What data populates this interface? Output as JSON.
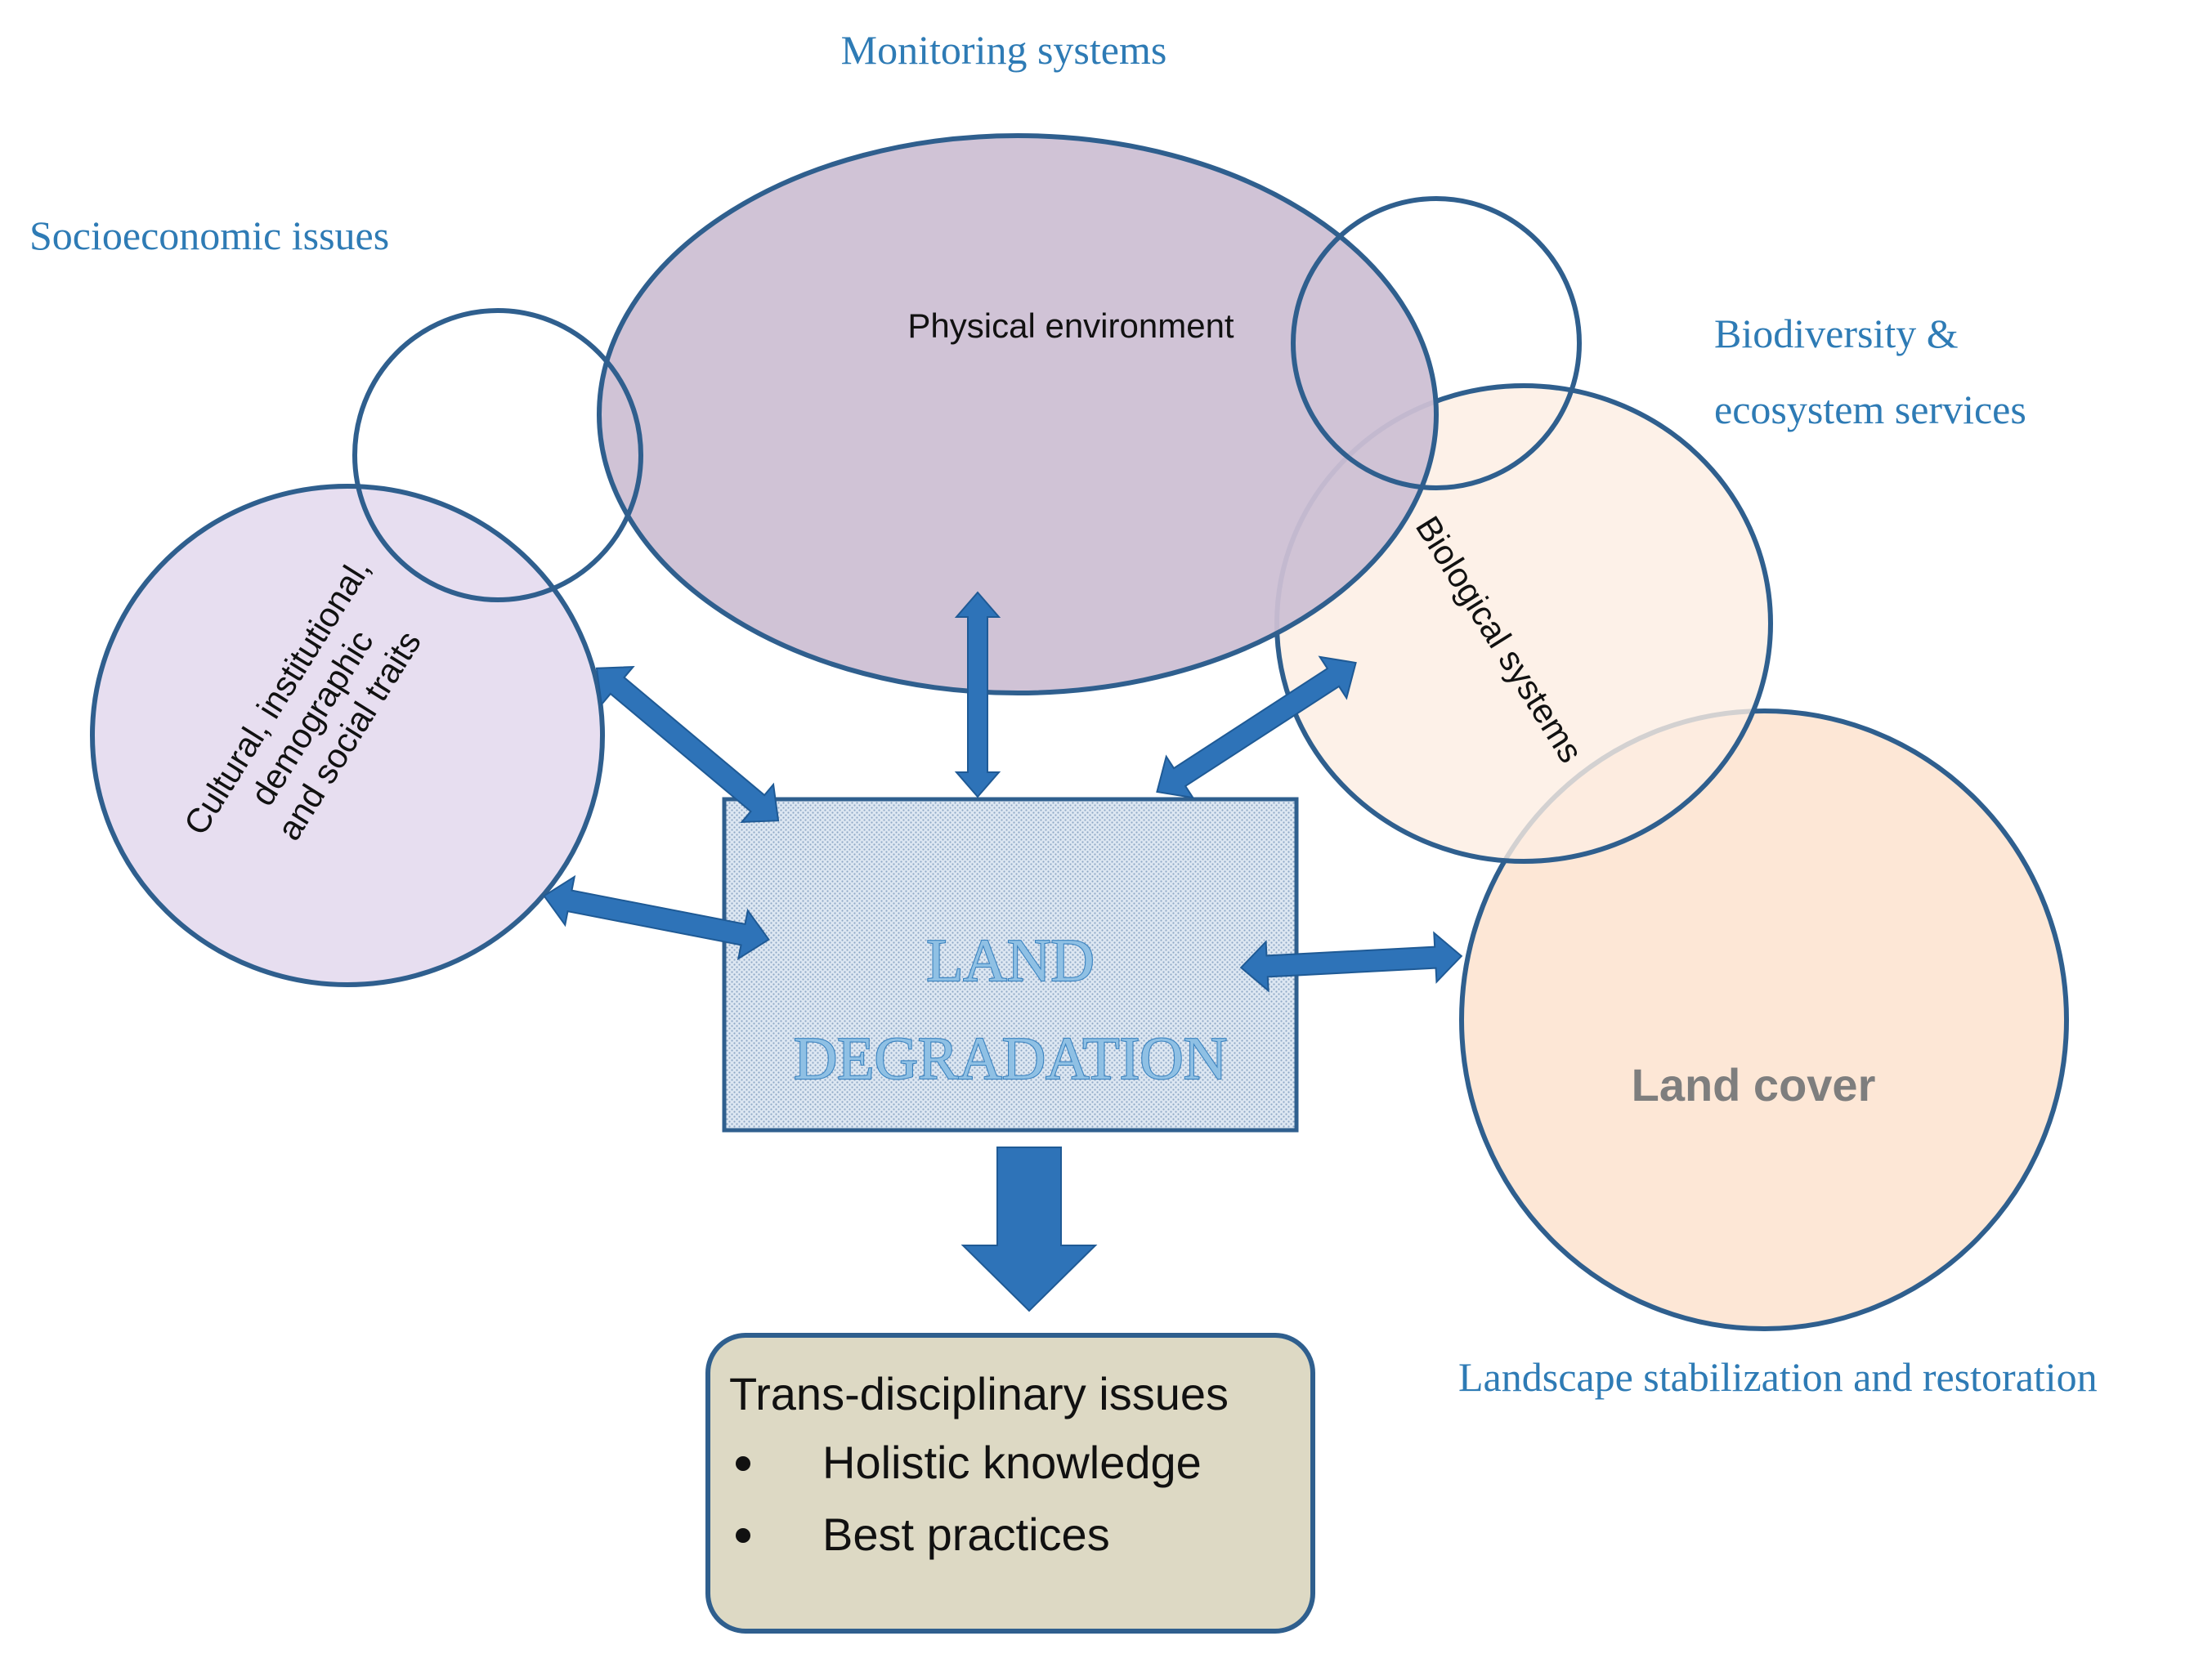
{
  "labels": {
    "monitoring": "Monitoring  systems",
    "socioeconomic": "Socioeconomic  issues",
    "biodiversity_line1": "Biodiversity  &",
    "biodiversity_line2": "ecosystem services",
    "landscape": "Landscape stabilization  and restoration"
  },
  "nodes": {
    "physical": "Physical environment",
    "cultural_lines": [
      "Cultural, institutional,",
      "demographic",
      "and social traits"
    ],
    "biological": "Biological systems",
    "land_cover": "Land cover",
    "land_degradation_lines": [
      "LAND",
      "DEGRADATION"
    ]
  },
  "outcome": {
    "title": "Trans-disciplinary issues",
    "bullets": [
      "Holistic knowledge",
      "Best practices"
    ]
  },
  "colors": {
    "label_blue": "#2e7bb5",
    "outline": "#2f5f8e",
    "physical_fill": "#cdbfd3",
    "cultural_fill": "#e7def0",
    "biological_fill": "#fdeee2",
    "land_cover_fill": "#fde7d6",
    "arrow": "#2e73b8",
    "outcome_fill": "#ddd9c4"
  }
}
